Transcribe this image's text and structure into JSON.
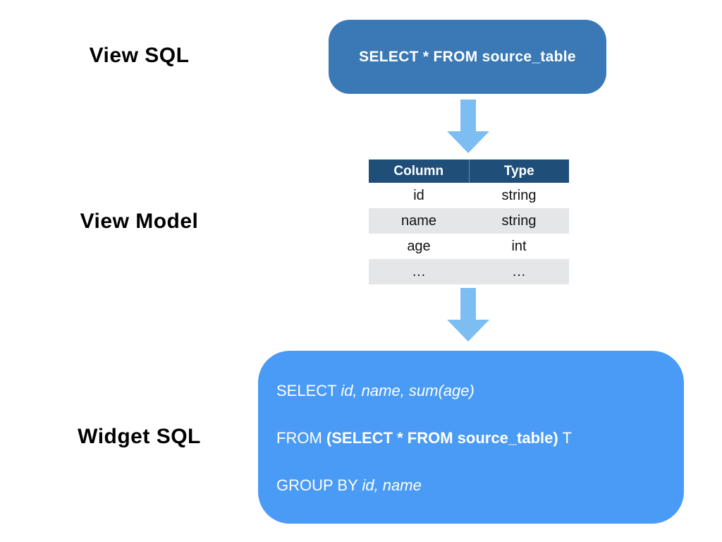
{
  "colors": {
    "view_sql_box_bg": "#3A79B5",
    "widget_sql_box_bg": "#4A9BF5",
    "table_header_bg": "#1F4E79",
    "table_row_alt_bg": "#E5E6E8",
    "arrow_fill": "#7CBDF2",
    "box_text": "#FFFFFF",
    "label_text": "#000000"
  },
  "labels": {
    "view_sql": "View SQL",
    "view_model": "View Model",
    "widget_sql": "Widget SQL"
  },
  "view_sql": {
    "query": "SELECT * FROM source_table"
  },
  "view_model": {
    "table": {
      "headers": [
        "Column",
        "Type"
      ],
      "rows": [
        [
          "id",
          "string"
        ],
        [
          "name",
          "string"
        ],
        [
          "age",
          "int"
        ],
        [
          "…",
          "…"
        ]
      ]
    }
  },
  "widget_sql": {
    "lines": [
      {
        "segments": [
          {
            "text": "SELECT ",
            "style": "regular"
          },
          {
            "text": "id, name, sum(age)",
            "style": "italic"
          }
        ]
      },
      {
        "segments": [
          {
            "text": "FROM ",
            "style": "regular"
          },
          {
            "text": "(SELECT * FROM source_table)",
            "style": "bold"
          },
          {
            "text": " T",
            "style": "regular"
          }
        ]
      },
      {
        "segments": [
          {
            "text": "GROUP BY ",
            "style": "regular"
          },
          {
            "text": "id, name",
            "style": "italic"
          }
        ]
      }
    ]
  },
  "icons": {
    "down_arrow": "down-arrow-icon"
  }
}
